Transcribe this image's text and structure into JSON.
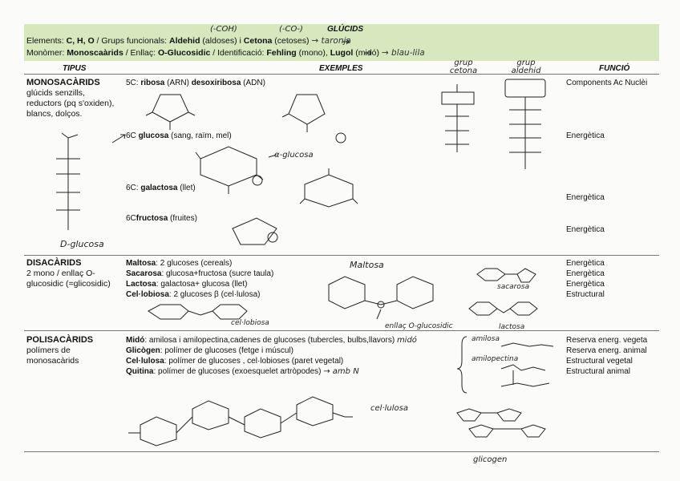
{
  "header": {
    "title": "GLÚCIDS",
    "hand_note_1": "(-COH)",
    "hand_note_2": "(-CO-)",
    "line1_prefix": "Elements: ",
    "line1_elements": "C, H, O",
    "line1_mid": " /  Grups funcionals: ",
    "line1_aldehid": "Aldehid",
    "line1_aldoses": " (aldoses) i ",
    "line1_cetona": "Cetona",
    "line1_cetoses": " (cetoses)",
    "line1_hand": "→ taronja",
    "line2_prefix": "Monòmer: ",
    "line2_mono": "Monoscaàrids",
    "line2_mid": "  /  Enllaç: ",
    "line2_enllac": "O-Glucosidic",
    "line2_ident": "   / Identificació: ",
    "line2_fehling": "Fehling",
    "line2_mono2": " (mono), ",
    "line2_lugol": "Lugol",
    "line2_mido": " (midó)",
    "line2_hand": "→ blau-lila"
  },
  "columns": {
    "tipus": "TIPUS",
    "exemples": "EXEMPLES",
    "funcio": "FUNCIÓ",
    "grup_cetona": "grup cetona",
    "grup_aldehid": "grup aldehid"
  },
  "monosacarids": {
    "title": "MONOSACÀRIDS",
    "desc": [
      "glúcids senzills,",
      "reductors (pq s'oxiden),",
      "blancs, dolços."
    ],
    "ex_5c_prefix": "5C: ",
    "ex_5c_ribosa": "ribosa",
    "ex_5c_arn": " (ARN) ",
    "ex_5c_desoxi": "desoxiribosa",
    "ex_5c_adn": " (ADN)",
    "ex_glucosa_prefix": "6C ",
    "ex_glucosa_name": "glucosa",
    "ex_glucosa_rest": " (sang, raïm, mel)",
    "ex_galactosa_prefix": "6C: ",
    "ex_galactosa_name": "galactosa",
    "ex_galactosa_rest": " (llet)",
    "ex_fructosa_prefix": "6C",
    "ex_fructosa_name": "fructosa",
    "ex_fructosa_rest": "  (fruites)",
    "hand_alfa_glucosa": "α-glucosa",
    "hand_d_glucosa": "D-glucosa",
    "fn_1": "Components Ac Nuclèi",
    "fn_2": "Energètica",
    "fn_3": "Energètica",
    "fn_4": "Energètica"
  },
  "disacarids": {
    "title": "DISACÀRIDS",
    "desc": [
      "2 mono / enllaç O-",
      "glucosidic (=glicosidic)"
    ],
    "ex": [
      {
        "name": "Maltosa",
        "rest": ": 2 glucoses  (cereals)"
      },
      {
        "name": "Sacarosa",
        "rest": ": glucosa+fructosa (sucre taula)"
      },
      {
        "name": "Lactosa",
        "rest": ": galactosa+ glucosa (llet)"
      },
      {
        "name": "Cel·lobiosa",
        "rest": ": 2 glucoses β (cel·lulosa)"
      }
    ],
    "hand_maltosa": "Maltosa",
    "hand_sacarosa": "sacarosa",
    "hand_lactosa": "lactosa",
    "hand_cellobiosa": "cel·lobiosa",
    "hand_enllac": "enllaç O-glucosidic",
    "fn": [
      "Energètica",
      "Energètica",
      "Energètica",
      "Estructural"
    ]
  },
  "polisacarids": {
    "title": "POLISACÀRIDS",
    "desc": [
      "polímers de",
      "monosacàrids"
    ],
    "ex": [
      {
        "name": "Midó",
        "rest": ": amilosa i amilopectina,cadenes de glucoses (tubercles, bulbs,llavors)"
      },
      {
        "name": "Glicògen",
        "rest": ": polímer de glucoses (fetge i múscul)"
      },
      {
        "name": "Cel·lulosa",
        "rest": ": polímer de glucoses , cel·lobioses (paret vegetal)"
      },
      {
        "name": "Quitina",
        "rest": ": polímer de glucoses (exoesquelet artròpodes)"
      }
    ],
    "hand_mido": "midó",
    "hand_amilosa": "amilosa",
    "hand_amilopectina": "amilopectina",
    "hand_quitina": "→ amb N",
    "hand_cellulosa": "cel·lulosa",
    "hand_glicogen": "glicogen",
    "fn": [
      "Reserva energ. vegeta",
      "Reserva energ. animal",
      "Estructural vegetal",
      "Estructural animal"
    ]
  }
}
